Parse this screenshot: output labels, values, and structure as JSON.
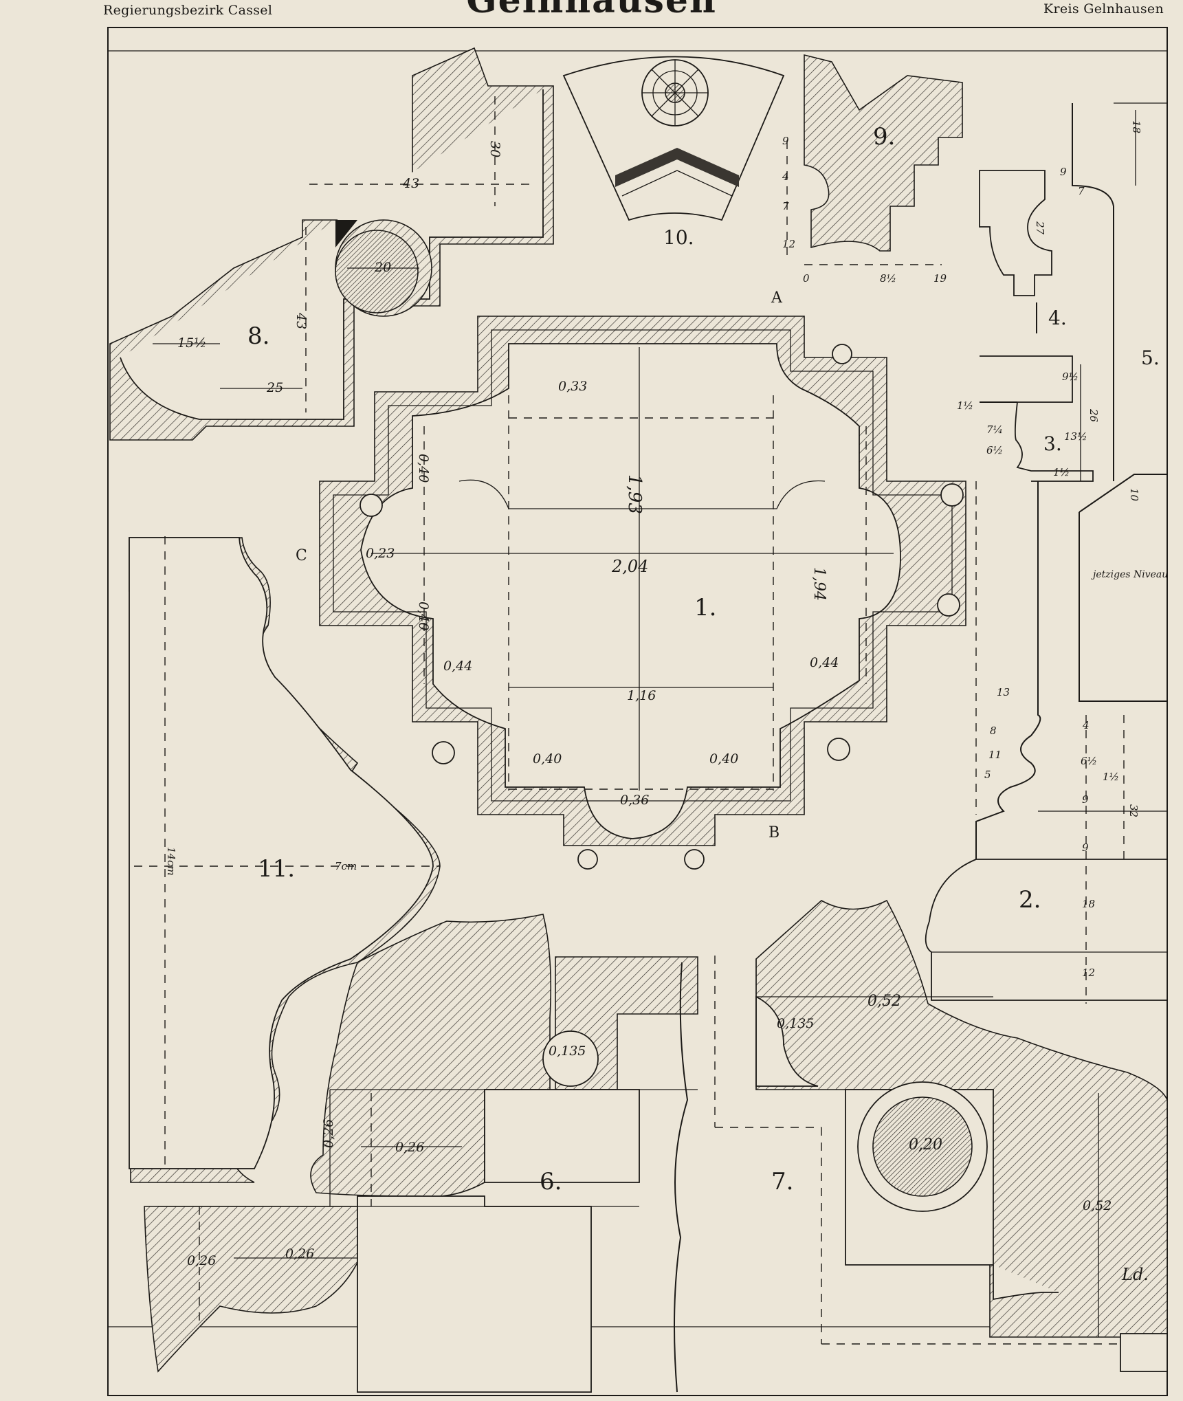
{
  "header": {
    "left": "Regierungsbezirk Cassel",
    "title": "Gelnhausen",
    "right": "Kreis Gelnhausen"
  },
  "figures": {
    "f1": "1.",
    "f2": "2.",
    "f3": "3.",
    "f4": "4.",
    "f5": "5.",
    "f6": "6.",
    "f7": "7.",
    "f8": "8.",
    "f9": "9.",
    "f10": "10.",
    "f11": "11."
  },
  "sections": {
    "a": "A",
    "b": "B",
    "c": "C"
  },
  "dims_fig1": {
    "d033": "0,33",
    "d193": "1,93",
    "d204": "2,04",
    "d023": "0,23",
    "d040_a": "0,40",
    "d040_b": "0,40",
    "d194": "1,94",
    "d044_l": "0,44",
    "d044_r": "0,44",
    "d116": "1,16",
    "d040_c": "0,40",
    "d040_d": "0,40",
    "d036": "0,36"
  },
  "dims_fig8": {
    "d43": "43",
    "d30": "30",
    "d20": "20",
    "d43v": "43",
    "d15": "15½",
    "d25": "25"
  },
  "dims_fig9": {
    "d9": "9",
    "d4": "4",
    "d7": "7",
    "d12": "12",
    "d0": "0",
    "d8": "8½",
    "d19": "19"
  },
  "dims_fig45": {
    "d18": "18",
    "d9": "9",
    "d7": "7",
    "d27": "27"
  },
  "dims_fig3": {
    "d9h": "9½",
    "d1h": "1½",
    "d7q": "7¼",
    "d6h": "6½",
    "d13": "13½",
    "d26": "26",
    "d1h2": "1½"
  },
  "dims_fig2": {
    "d10": "10",
    "niveau": "jetziges Niveau",
    "d13": "13",
    "d8": "8",
    "d4": "4",
    "d11": "11",
    "d6": "6½",
    "d5": "5",
    "d1h": "1½",
    "d9a": "9",
    "d9b": "9",
    "d32": "32",
    "d18": "18",
    "d12": "12"
  },
  "dims_fig11": {
    "d14": "14cm",
    "d7": "7cm"
  },
  "dims_fig67": {
    "d0135a": "0,135",
    "d0135b": "0,135",
    "d052a": "0,52",
    "d026a": "0,26",
    "d026b": "0,26",
    "d026c": "0,26",
    "d026d": "0,26",
    "d020": "0,20",
    "d052b": "0,52"
  },
  "signature": "Ld."
}
